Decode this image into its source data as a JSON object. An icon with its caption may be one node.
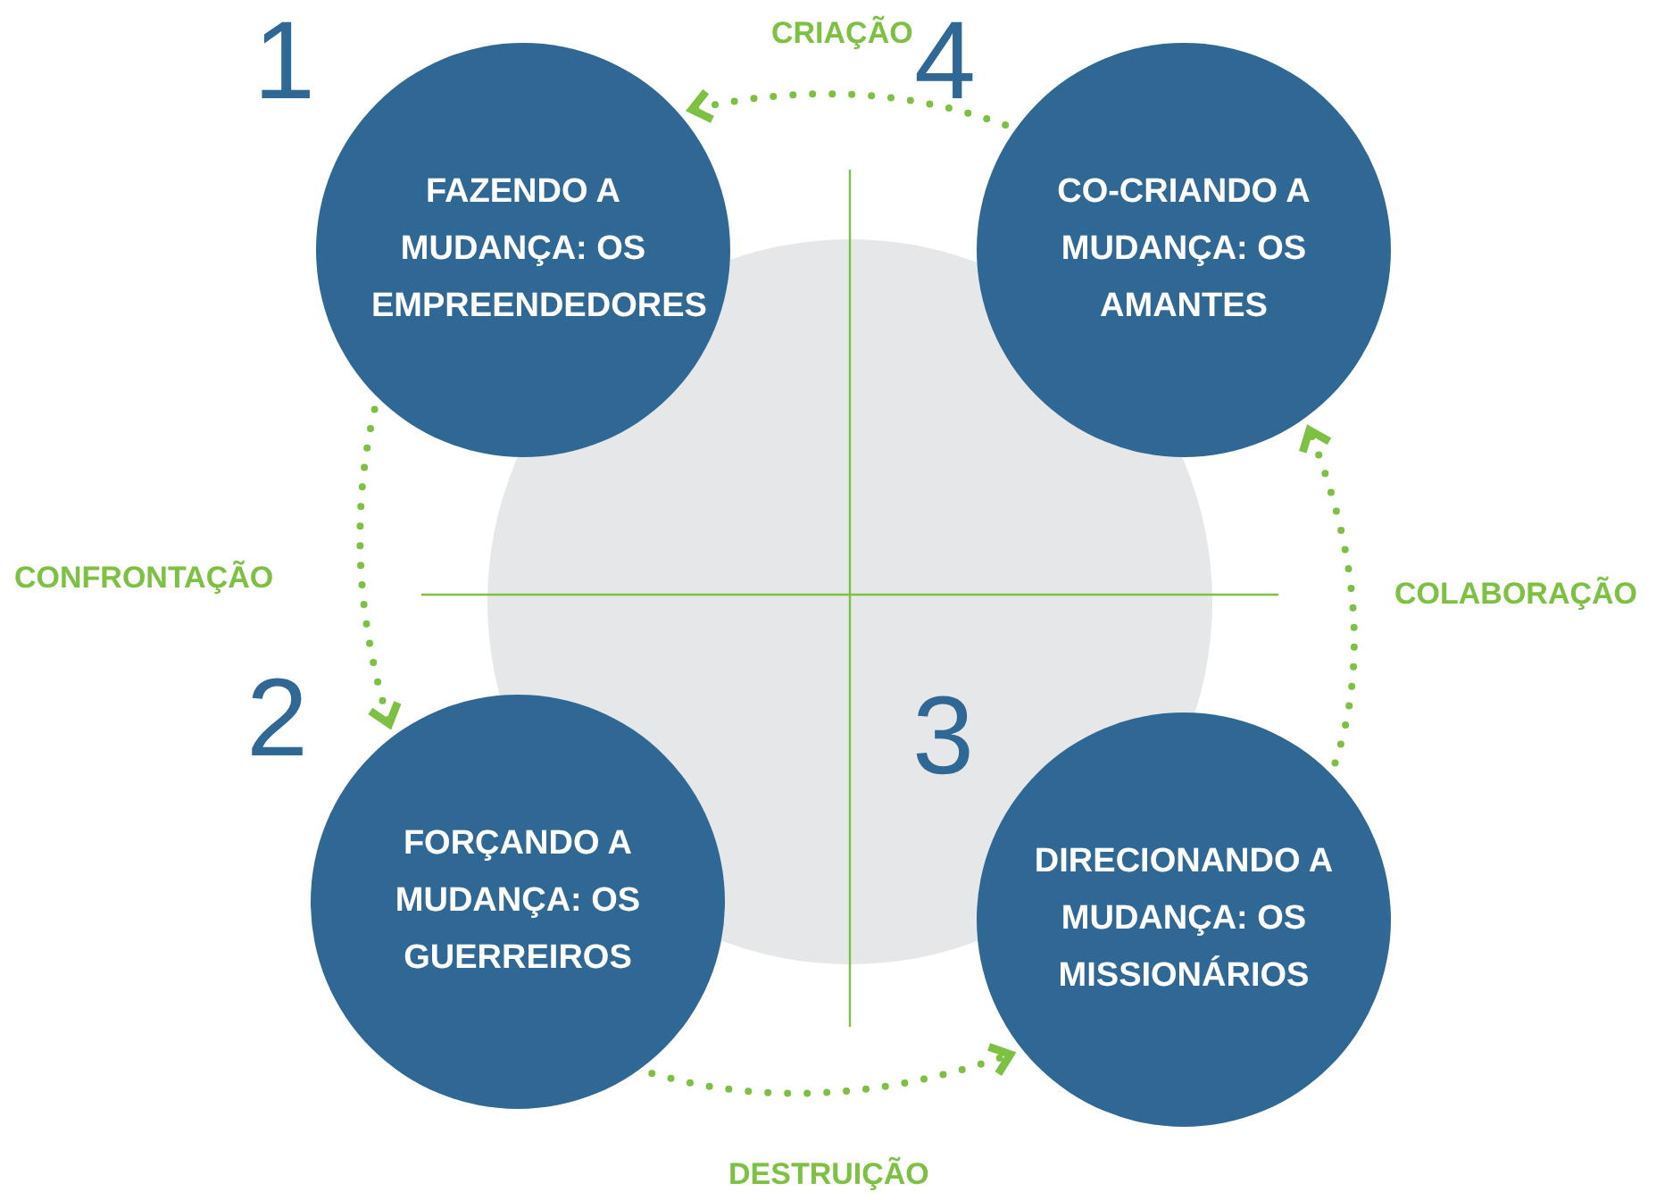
{
  "diagram": {
    "nodes": [
      {
        "text": [
          "FAZENDO A MUDANÇA: OS EMPREENDEDORES"
        ],
        "beside": [
          "1"
        ]
      },
      {
        "text": [
          "CO-CRIANDO A MUDANÇA: OS AMANTES"
        ],
        "beside": [
          "4"
        ]
      },
      {
        "text": [
          "FORÇANDO A MUDANÇA: OS GUERREIROS"
        ],
        "beside": [
          "2"
        ]
      },
      {
        "text": [
          "DIRECIONANDO A MUDANÇA: OS MISSIONÁRIOS"
        ],
        "beside": [
          "3"
        ]
      }
    ],
    "edges": [
      {
        "from": 1,
        "to": 0,
        "arrow": "to",
        "label": "CRIAÇÃO"
      },
      {
        "from": 0,
        "to": 2,
        "arrow": "to",
        "label": "CONFRONTAÇÃO"
      },
      {
        "from": 2,
        "to": 3,
        "arrow": "to",
        "label": "DESTRUIÇÃO"
      },
      {
        "from": 3,
        "to": 1,
        "arrow": "to",
        "label": "COLABORAÇÃO"
      }
    ]
  }
}
